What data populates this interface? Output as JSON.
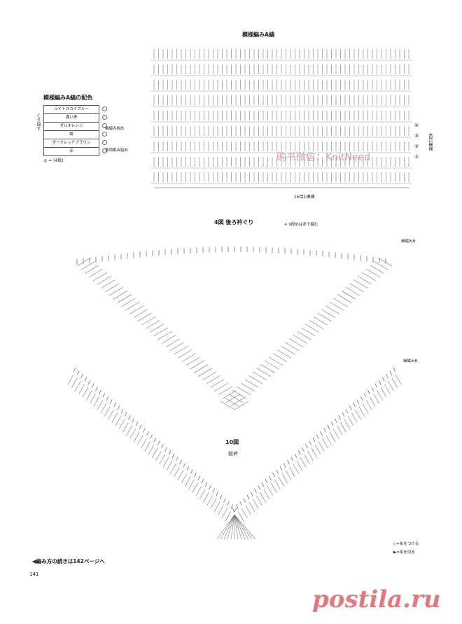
{
  "stripe_chart": {
    "title": "模様編みA縞",
    "repeat_label": "16目1模様",
    "rows_label": "4段1模様",
    "row_marks": [
      "④",
      "③",
      "②",
      "①"
    ]
  },
  "color_table": {
    "title": "模様編みA縞の配色",
    "colors": [
      "ライトスカイブルー",
      "濃い青",
      "ダルオレンジ",
      "紺",
      "ダークレッドブラウン",
      "赤"
    ],
    "repeat_label": "くり返す",
    "sleeve_start": "袖編み始め",
    "body_start": "身頃編み始め",
    "note": "◎ = (4段)"
  },
  "fig4": {
    "title": "4図 後ろ衿ぐり",
    "note": "※ 9段めは赤で編む",
    "edge_label": "縁編みB"
  },
  "fig10": {
    "title": "10図",
    "subtitle": "前衿",
    "edge_label": "縁編みB"
  },
  "legend": {
    "attach": "▷=糸をつける",
    "cut": "▶=糸を切る"
  },
  "continue_note": "◀編み方の続きは142ページへ",
  "page_number": "141",
  "watermark": "购书微信：KnitNeed",
  "site_logo": "postila.ru"
}
